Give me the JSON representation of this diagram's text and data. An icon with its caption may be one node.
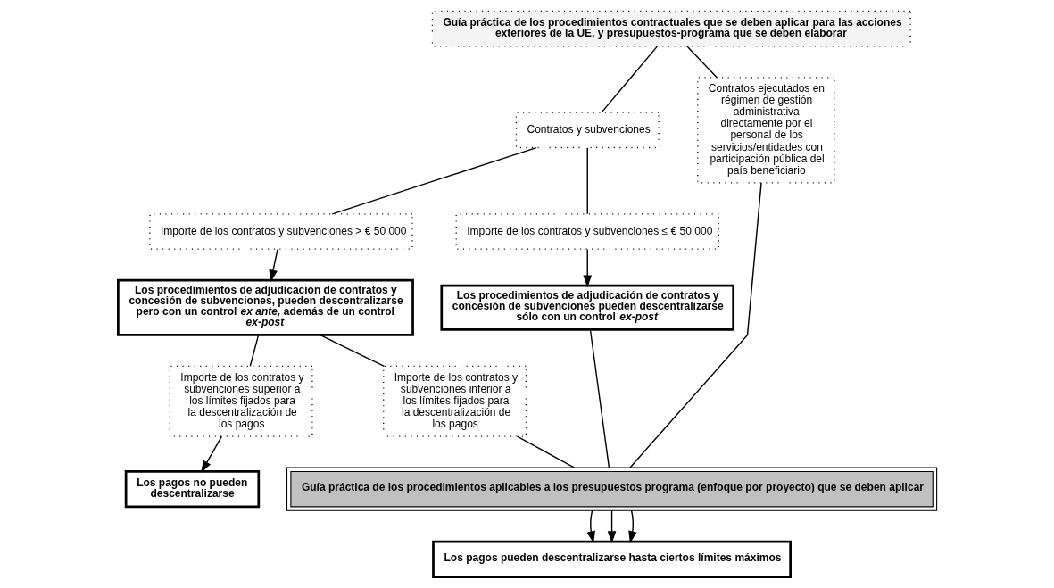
{
  "diagram": {
    "nodes": [
      {
        "text": [
          "Guía práctica de los procedimientos contractuales que se deben aplicar para las acciones exteriores de la UE, y presupuestos-programa que se deben elaborar"
        ]
      },
      {
        "text": [
          "Contratos y subvenciones"
        ]
      },
      {
        "text": [
          "Importe de los contratos y subvenciones > € 50 000"
        ]
      },
      {
        "text": [
          "Importe de los contratos y subvenciones ≤ € 50 000"
        ]
      },
      {
        "text": [
          "Contratos ejecutados en régimen de gestión administrativa directamente por el personal de los servicios/entidades con participación pública del país beneficiario"
        ]
      },
      {
        "text": [
          "Los procedimientos de adjudicación de contratos y concesión de subvenciones, pueden descentralizarse pero con un control *ex ante,* además de un control *ex-post*"
        ]
      },
      {
        "text": [
          "Los procedimientos de adjudicación de contratos y concesión de subvenciones pueden descentralizarse sólo con un control *ex-post*"
        ]
      },
      {
        "text": [
          "Importe de los contratos y subvenciones superior a los límites fijados para la descentralización de los pagos"
        ]
      },
      {
        "text": [
          "Importe de los contratos y subvenciones inferior a los límites fijados para la descentralización de los pagos"
        ]
      },
      {
        "text": [
          "Los pagos no pueden descentralizarse"
        ]
      },
      {
        "text": [
          "Guía práctica de los procedimientos aplicables a los presupuestos programa (enfoque por proyecto) que se deben aplicar"
        ]
      },
      {
        "text": [
          "Los pagos pueden descentralizarse hasta ciertos límites máximos"
        ]
      }
    ],
    "edges": [
      {
        "from": 0,
        "to": 1,
        "arrow": "none"
      },
      {
        "from": 0,
        "to": 4,
        "arrow": "none"
      },
      {
        "from": 1,
        "to": 2,
        "arrow": "none"
      },
      {
        "from": 1,
        "to": 3,
        "arrow": "none"
      },
      {
        "from": 2,
        "to": 5,
        "arrow": "to"
      },
      {
        "from": 3,
        "to": 6,
        "arrow": "to"
      },
      {
        "from": 5,
        "to": 7,
        "arrow": "none"
      },
      {
        "from": 5,
        "to": 8,
        "arrow": "none"
      },
      {
        "from": 7,
        "to": 9,
        "arrow": "to"
      },
      {
        "from": 8,
        "to": 10,
        "arrow": "none"
      },
      {
        "from": 6,
        "to": 10,
        "arrow": "none"
      },
      {
        "from": 4,
        "to": 10,
        "arrow": "none"
      },
      {
        "from": 10,
        "to": 11,
        "arrow": "to"
      },
      {
        "from": 10,
        "to": 11,
        "arrow": "to"
      },
      {
        "from": 10,
        "to": 11,
        "arrow": "to"
      }
    ]
  }
}
